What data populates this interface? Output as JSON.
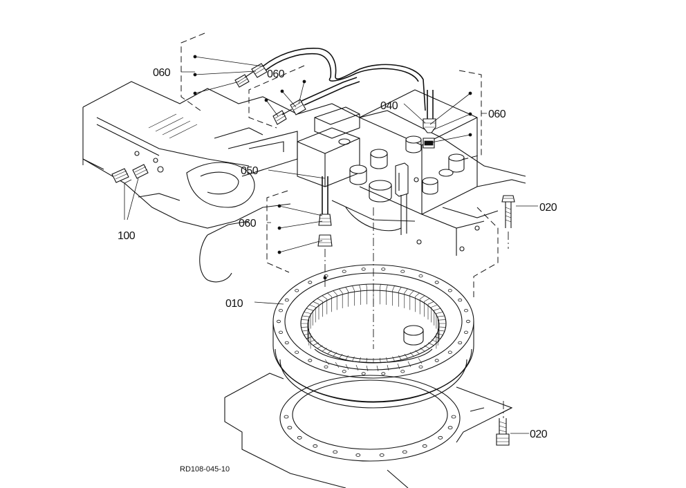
{
  "diagram": {
    "reference_code": "RD108-045-10",
    "callouts": [
      {
        "id": "c060-a",
        "label": "060"
      },
      {
        "id": "c060-b",
        "label": "060"
      },
      {
        "id": "c040",
        "label": "040"
      },
      {
        "id": "c060-c",
        "label": "060"
      },
      {
        "id": "c050",
        "label": "050"
      },
      {
        "id": "c020-a",
        "label": "020"
      },
      {
        "id": "c060-d",
        "label": "060"
      },
      {
        "id": "c100",
        "label": "100"
      },
      {
        "id": "c010",
        "label": "010"
      },
      {
        "id": "c020-b",
        "label": "020"
      }
    ]
  }
}
